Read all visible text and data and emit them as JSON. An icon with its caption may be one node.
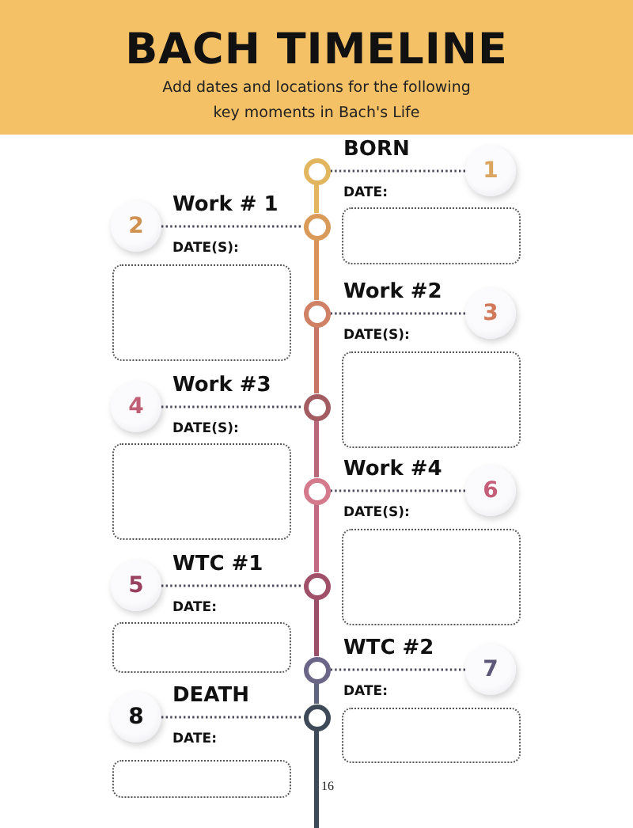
{
  "diagram": {
    "title": "BACH TIMELINE",
    "nodes": [
      {
        "text": [],
        "shape": "circle"
      },
      {
        "text": [],
        "shape": "circle"
      },
      {
        "text": [],
        "shape": "circle"
      },
      {
        "text": [],
        "shape": "circle"
      },
      {
        "text": [],
        "shape": "circle"
      },
      {
        "text": [],
        "shape": "circle"
      },
      {
        "text": [],
        "shape": "circle"
      },
      {
        "text": [],
        "shape": "circle"
      },
      {
        "text": [
          "1"
        ]
      },
      {
        "text": [
          "2"
        ]
      },
      {
        "text": [
          "3"
        ]
      },
      {
        "text": [
          "4"
        ]
      },
      {
        "text": [
          "6"
        ]
      },
      {
        "text": [
          "5"
        ]
      },
      {
        "text": [
          "7"
        ]
      },
      {
        "text": [
          "8"
        ]
      }
    ],
    "edges": [
      {
        "from": 8,
        "to": 0,
        "arrow": "none",
        "style": "dashed"
      },
      {
        "from": 9,
        "to": 1,
        "arrow": "none",
        "style": "dashed"
      },
      {
        "from": 10,
        "to": 2,
        "arrow": "none",
        "style": "dashed"
      },
      {
        "from": 11,
        "to": 3,
        "arrow": "none",
        "style": "dashed"
      },
      {
        "from": 12,
        "to": 4,
        "arrow": "none",
        "style": "dashed"
      },
      {
        "from": 13,
        "to": 5,
        "arrow": "none",
        "style": "dashed"
      },
      {
        "from": 14,
        "to": 6,
        "arrow": "none",
        "style": "dashed"
      },
      {
        "from": 15,
        "to": 7,
        "arrow": "none",
        "style": "dashed"
      },
      {
        "from": 0,
        "to": 1,
        "arrow": "none",
        "style": "thick",
        "color": "#e2b65e"
      },
      {
        "from": 1,
        "to": 2,
        "arrow": "none",
        "style": "thick",
        "color": "#d8925c"
      },
      {
        "from": 2,
        "to": 3,
        "arrow": "none",
        "style": "thick",
        "color": "#c57466"
      },
      {
        "from": 3,
        "to": 4,
        "arrow": "none",
        "style": "thick",
        "color": "#b8687a"
      },
      {
        "from": 4,
        "to": 5,
        "arrow": "none",
        "style": "thick",
        "color": "#c06a84"
      },
      {
        "from": 5,
        "to": 6,
        "arrow": "none",
        "style": "thick",
        "color": "#9a4f68"
      },
      {
        "from": 6,
        "to": 7,
        "arrow": "none",
        "style": "thick",
        "color": "#5e6380"
      },
      {
        "from": 7,
        "to": null,
        "arrow": "none",
        "style": "thick",
        "color": "#3f4a59"
      }
    ],
    "labels": [
      "Add dates and locations for the following key moments in Bach's Life",
      "BORN",
      "DATE:",
      "Work # 1",
      "DATE(S):",
      "Work #2",
      "DATE(S):",
      "Work #3",
      "DATE(S):",
      "Work #4",
      "DATE(S):",
      "WTC #1",
      "DATE:",
      "WTC #2",
      "DATE:",
      "DEATH",
      "DATE:",
      "16"
    ]
  }
}
